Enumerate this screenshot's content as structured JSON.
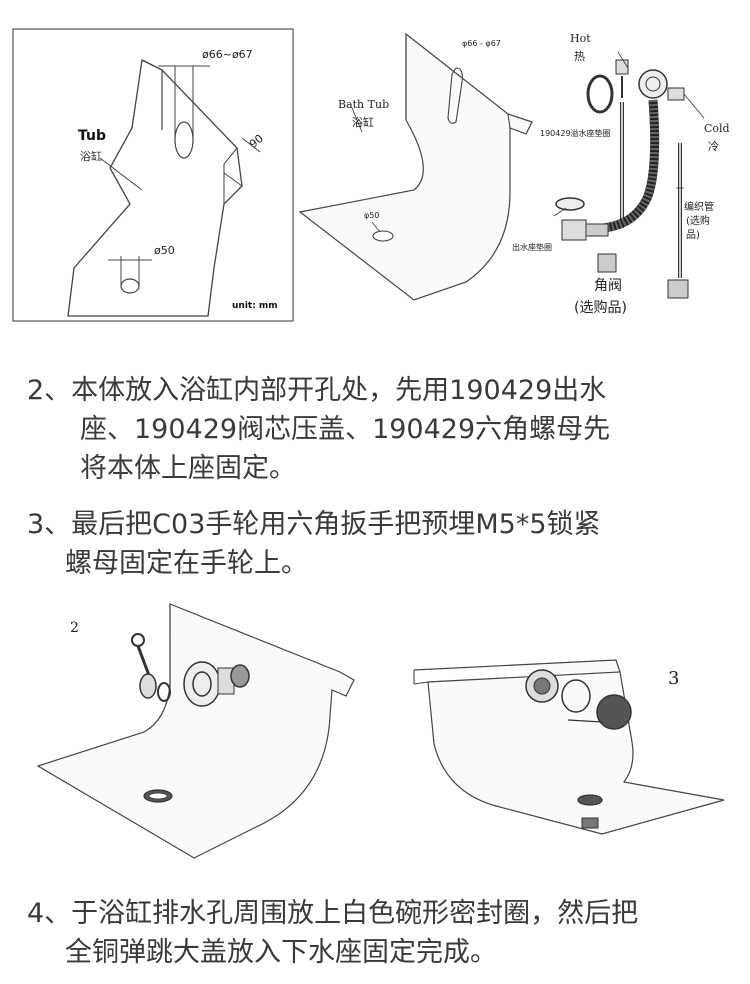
{
  "figure1": {
    "tub_label": "Tub",
    "tub_label_cn": "浴缸",
    "dim_top": "ø66~ø67",
    "dim_angle": "90",
    "dim_hole": "ø50",
    "unit": "unit: mm"
  },
  "figure2": {
    "bath_tub": "Bath Tub",
    "bath_tub_cn": "浴缸",
    "dim_top": "φ66 - φ67",
    "dim_hole": "φ50"
  },
  "figure3": {
    "hot": "Hot",
    "hot_cn": "热",
    "overflow_gasket": "190429溢水座垫圈",
    "cold": "Cold",
    "cold_cn": "冷",
    "braided_hose_1": "编织管",
    "braided_hose_2": "(选购",
    "braided_hose_3": "品)",
    "drain_gasket": "出水座垫圈",
    "angle_valve": "角阀",
    "angle_valve_optional": "(选购品)"
  },
  "steps": {
    "step2_line1": "2、本体放入浴缸内部开孔处，先用190429出水",
    "step2_line2": "座、190429阀芯压盖、190429六角螺母先",
    "step2_line3": "将本体上座固定。",
    "step3_line1": "3、最后把C03手轮用六角扳手把预埋M5*5锁紧",
    "step3_line2": "螺母固定在手轮上。",
    "step4_line1": "4、于浴缸排水孔周围放上白色碗形密封圈，然后把",
    "step4_line2": "全铜弹跳大盖放入下水座固定完成。"
  },
  "diagram_numbers": {
    "fig_a": "2",
    "fig_b": "3"
  }
}
